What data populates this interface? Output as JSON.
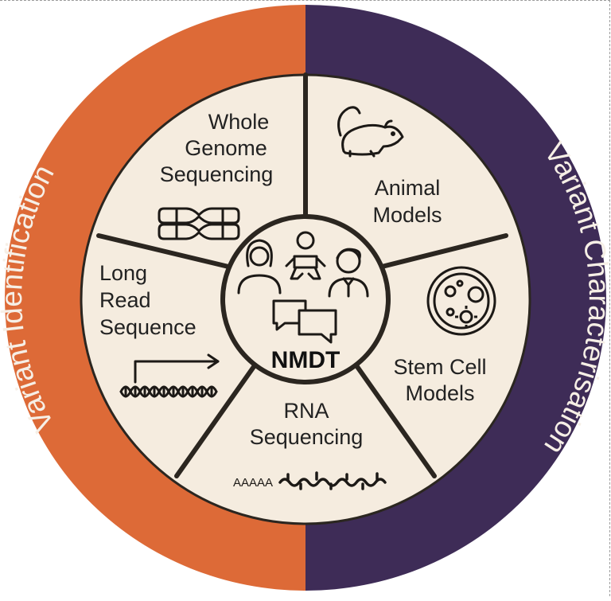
{
  "diagram": {
    "colors": {
      "left_ring": "#dd6a37",
      "right_ring": "#3e2c57",
      "segment_fill": "#f5ecdf",
      "stroke": "#2b2620",
      "ring_text": "#f6efe6"
    },
    "ring": {
      "left_label": "Variant Identification",
      "right_label": "Variant Characterisation"
    },
    "center": {
      "label": "NMDT",
      "icons": [
        "woman-icon",
        "baby-icon",
        "man-icon",
        "chat-bubbles-icon"
      ]
    },
    "segments": [
      {
        "id": "wgs",
        "lines": [
          "Whole",
          "Genome",
          "Sequencing"
        ],
        "icon": "chromosomes-icon"
      },
      {
        "id": "animal",
        "lines": [
          "Animal",
          "Models"
        ],
        "icon": "mouse-icon"
      },
      {
        "id": "stem",
        "lines": [
          "Stem Cell",
          "Models"
        ],
        "icon": "petri-dish-icon"
      },
      {
        "id": "rna",
        "lines": [
          "RNA",
          "Sequencing"
        ],
        "icon": "rna-strand-icon",
        "icon_text": "AAAAA"
      },
      {
        "id": "long",
        "lines": [
          "Long",
          "Read",
          "Sequence"
        ],
        "icon": "dna-arrow-icon"
      }
    ]
  }
}
